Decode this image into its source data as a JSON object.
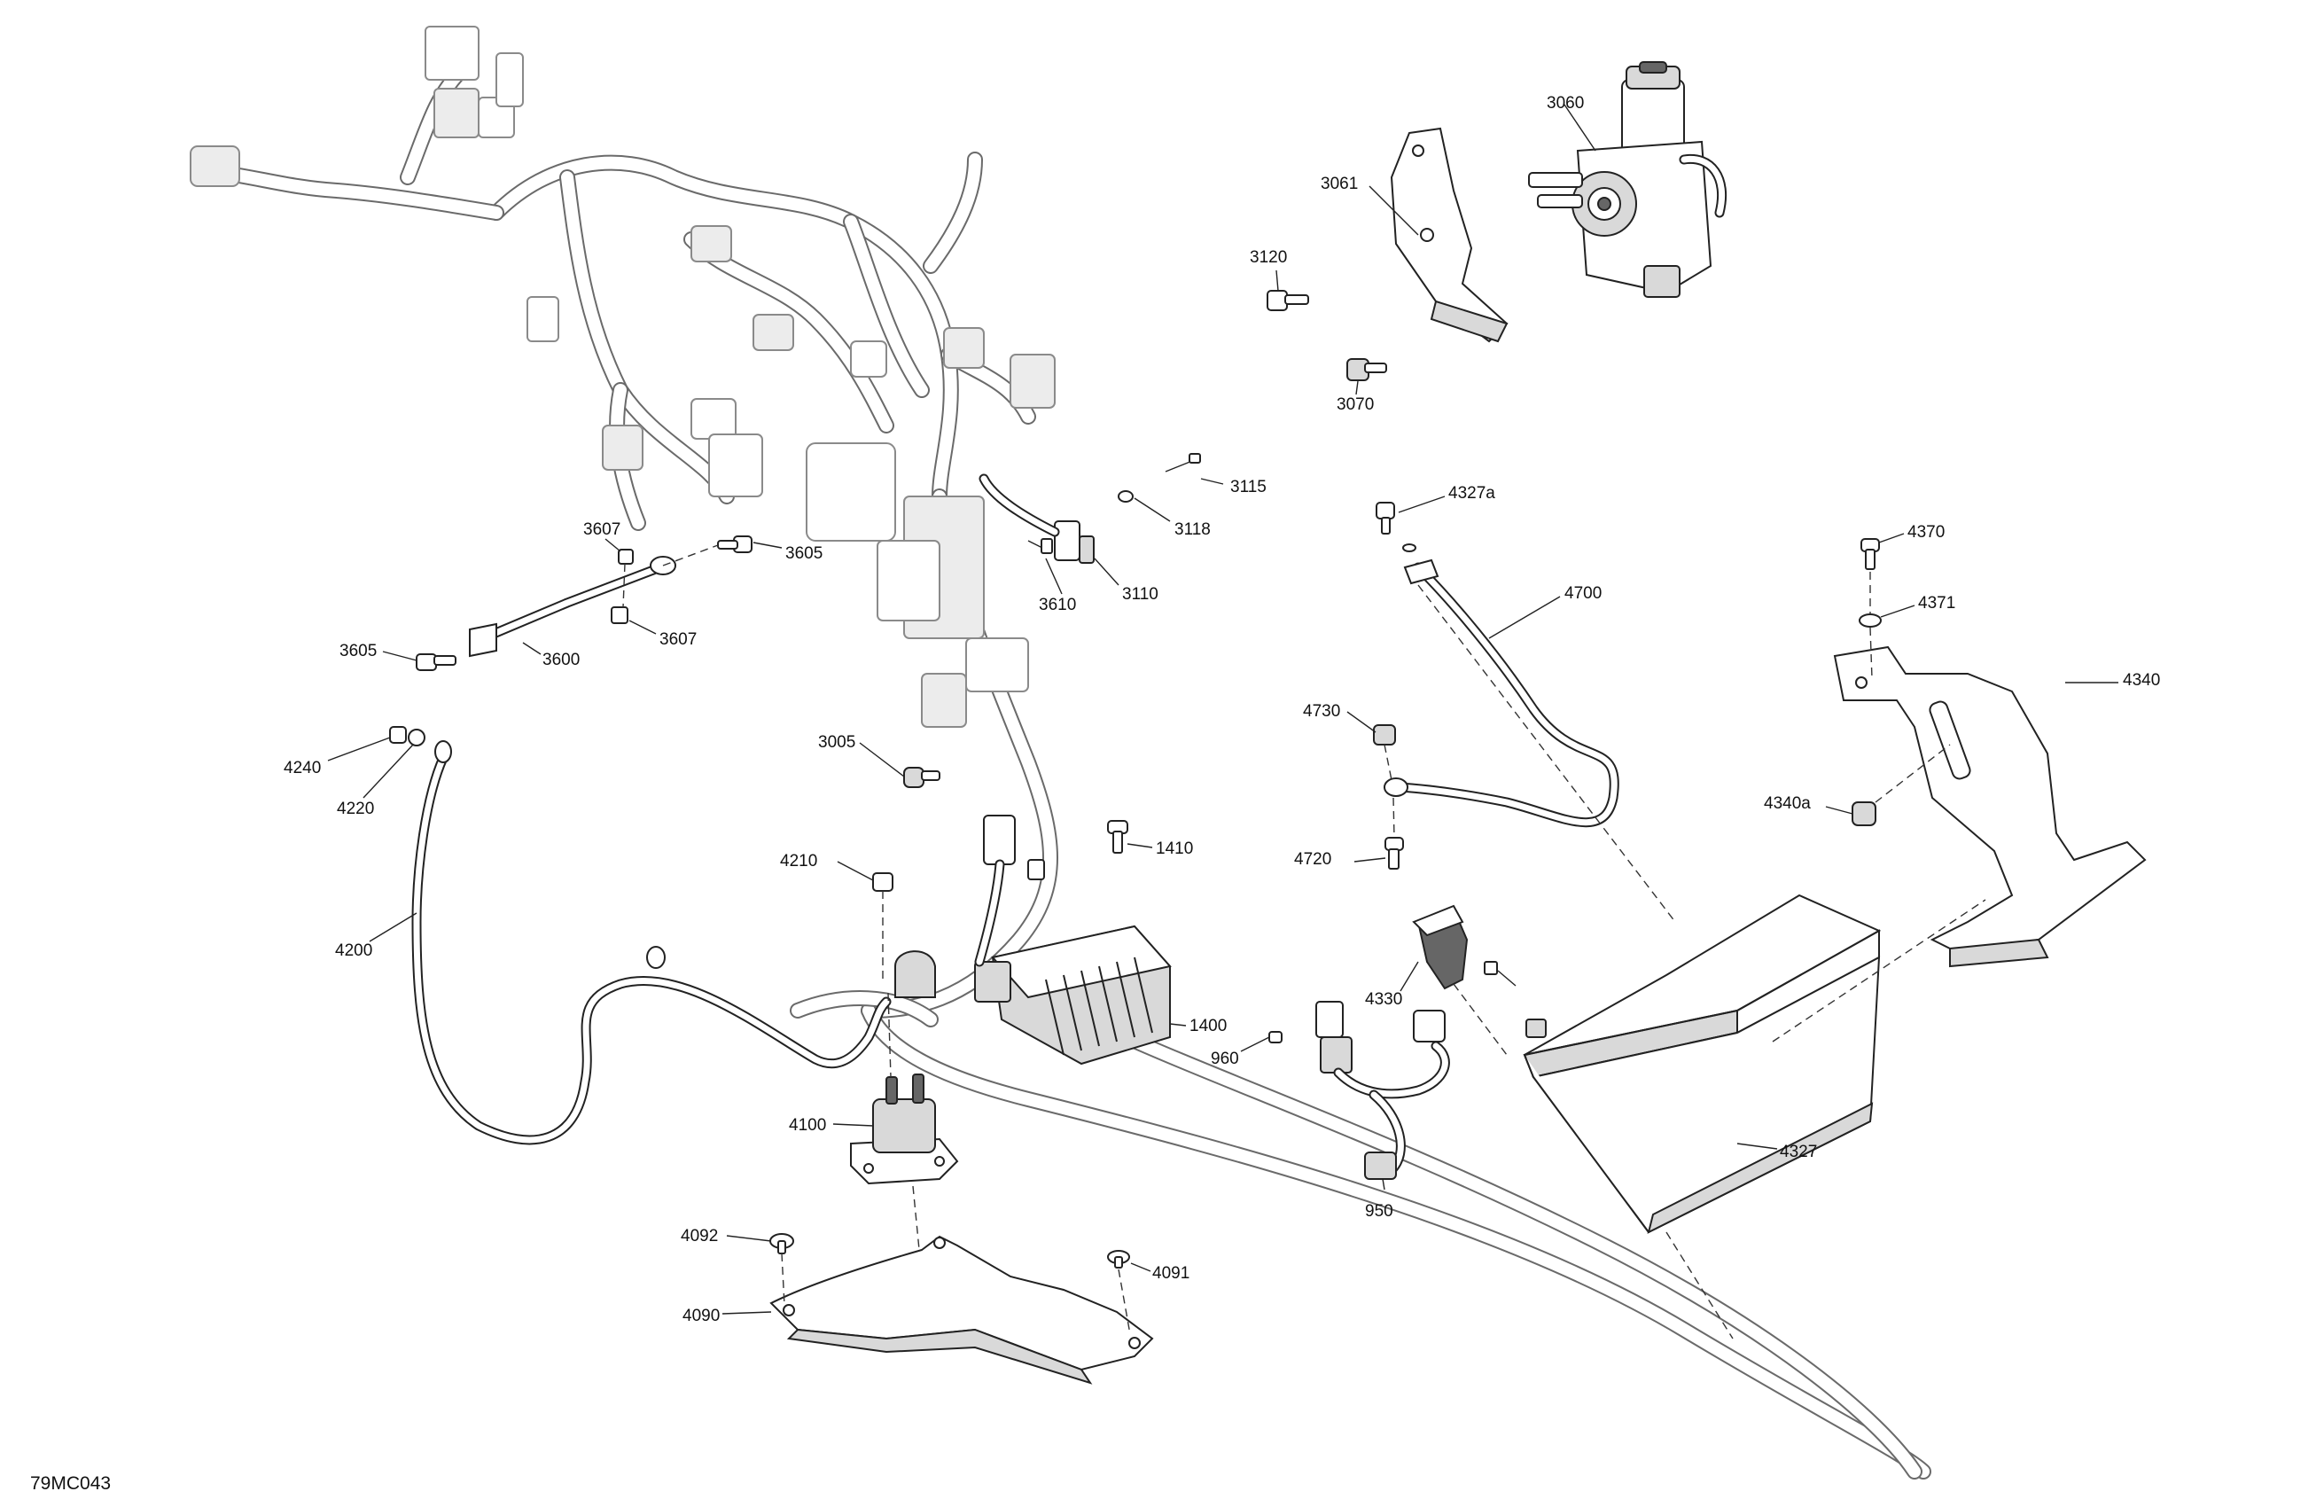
{
  "diagram_id": "79MC043",
  "callouts": [
    {
      "key": "c3060",
      "text": "3060"
    },
    {
      "key": "c3061",
      "text": "3061"
    },
    {
      "key": "c3120",
      "text": "3120"
    },
    {
      "key": "c3070",
      "text": "3070"
    },
    {
      "key": "c3115",
      "text": "3115"
    },
    {
      "key": "c3118",
      "text": "3118"
    },
    {
      "key": "c3110",
      "text": "3110"
    },
    {
      "key": "c3610",
      "text": "3610"
    },
    {
      "key": "c3607a",
      "text": "3607"
    },
    {
      "key": "c3605a",
      "text": "3605"
    },
    {
      "key": "c3605b",
      "text": "3605"
    },
    {
      "key": "c3600",
      "text": "3600"
    },
    {
      "key": "c3607b",
      "text": "3607"
    },
    {
      "key": "c4327a",
      "text": "4327a"
    },
    {
      "key": "c4700",
      "text": "4700"
    },
    {
      "key": "c4370",
      "text": "4370"
    },
    {
      "key": "c4371",
      "text": "4371"
    },
    {
      "key": "c4340",
      "text": "4340"
    },
    {
      "key": "c4340a",
      "text": "4340a"
    },
    {
      "key": "c4730",
      "text": "4730"
    },
    {
      "key": "c4720",
      "text": "4720"
    },
    {
      "key": "c4240",
      "text": "4240"
    },
    {
      "key": "c4220",
      "text": "4220"
    },
    {
      "key": "c3005",
      "text": "3005"
    },
    {
      "key": "c1410",
      "text": "1410"
    },
    {
      "key": "c4210",
      "text": "4210"
    },
    {
      "key": "c4200",
      "text": "4200"
    },
    {
      "key": "c4330",
      "text": "4330"
    },
    {
      "key": "c1400",
      "text": "1400"
    },
    {
      "key": "c960",
      "text": "960"
    },
    {
      "key": "c4100",
      "text": "4100"
    },
    {
      "key": "c950",
      "text": "950"
    },
    {
      "key": "c4327",
      "text": "4327"
    },
    {
      "key": "c4092",
      "text": "4092"
    },
    {
      "key": "c4091",
      "text": "4091"
    },
    {
      "key": "c4090",
      "text": "4090"
    }
  ]
}
